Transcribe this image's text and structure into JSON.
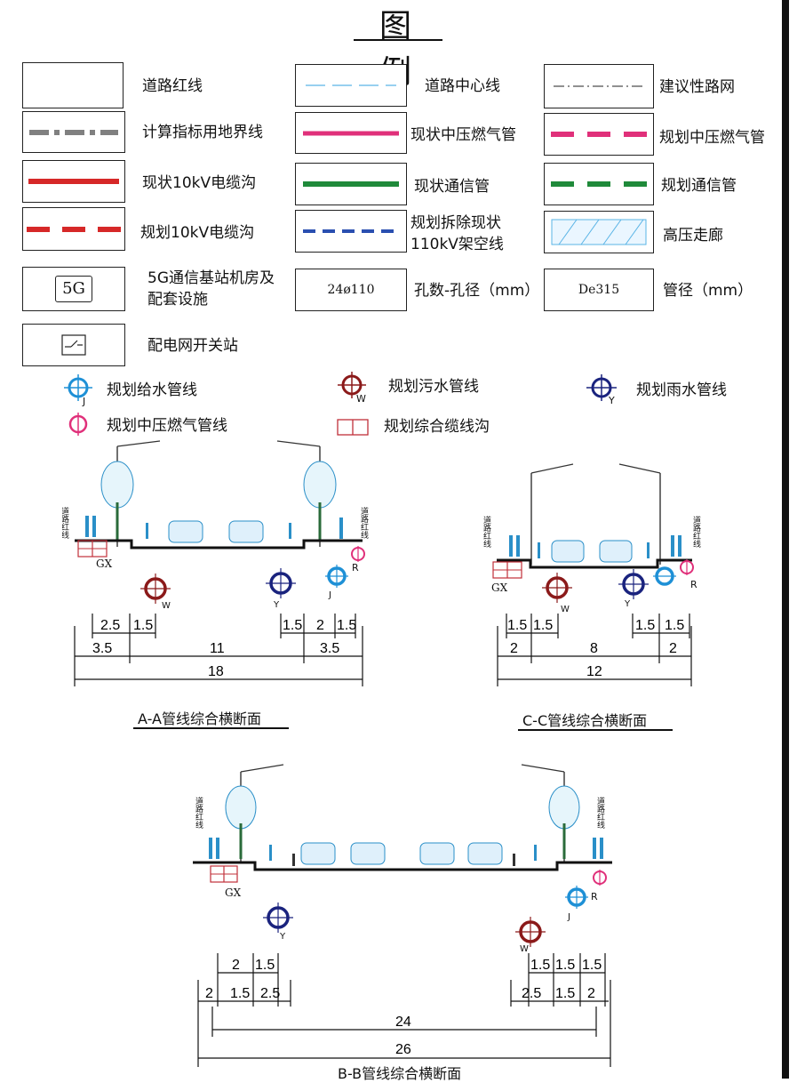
{
  "title": "图 例",
  "legend": {
    "road_red_line": "道路红线",
    "road_center_line": "道路中心线",
    "proposed_road_net": "建议性路网",
    "calc_boundary": "计算指标用地界线",
    "existing_gas": "现状中压燃气管",
    "planned_gas": "规划中压燃气管",
    "existing_cable": "现状10kV电缆沟",
    "existing_telecom": "现状通信管",
    "planned_telecom": "规划通信管",
    "planned_cable": "规划10kV电缆沟",
    "remove_110kv_line1": "规划拆除现状",
    "remove_110kv_line2": "110kV架空线",
    "hv_corridor": "高压走廊",
    "station_5g_line1": "5G通信基站机房及",
    "station_5g_line2": "配套设施",
    "station_5g_box": "5G",
    "holes_box": "24ø110",
    "holes_label": "孔数-孔径（mm）",
    "pipe_box": "De315",
    "pipe_label": "管径（mm）",
    "switch_station": "配电网开关站",
    "water_supply": "规划给水管线",
    "sewage": "规划污水管线",
    "rain": "规划雨水管线",
    "gas_line": "规划中压燃气管线",
    "utility_tunnel": "规划综合缆线沟"
  },
  "pipe_letters": {
    "water": "J",
    "sewage": "W",
    "rain": "Y",
    "gas": "R",
    "tunnel": "GX"
  },
  "road_red_line_vertical": "道路红线",
  "colors": {
    "water": "#1e90d6",
    "sewage": "#8b1a1a",
    "rain": "#1a237e",
    "gas": "#e0307a",
    "cable_red": "#d62828",
    "telecom_green": "#1f8a3a",
    "remove_blue": "#2a4fb0",
    "center_blue": "#5ab4e6"
  },
  "sections": {
    "aa": {
      "caption": "A-A管线综合横断面",
      "dims_top": [
        "2.5",
        "1.5",
        "1.5",
        "2",
        "1.5"
      ],
      "dims_mid": [
        "3.5",
        "11",
        "3.5"
      ],
      "dims_total": "18"
    },
    "cc": {
      "caption": "C-C管线综合横断面",
      "dims_top": [
        "1.5",
        "1.5",
        "1.5",
        "1.5"
      ],
      "dims_mid": [
        "2",
        "8",
        "2"
      ],
      "dims_total": "12"
    },
    "bb": {
      "caption": "B-B管线综合横断面",
      "dims_top_left": [
        "2",
        "1.5"
      ],
      "dims_mid_left": [
        "2",
        "1.5",
        "2.5"
      ],
      "dims_top_right": [
        "1.5",
        "1.5",
        "1.5"
      ],
      "dims_mid_right": [
        "2.5",
        "1.5",
        "2"
      ],
      "dims_road": "24",
      "dims_total": "26"
    }
  }
}
